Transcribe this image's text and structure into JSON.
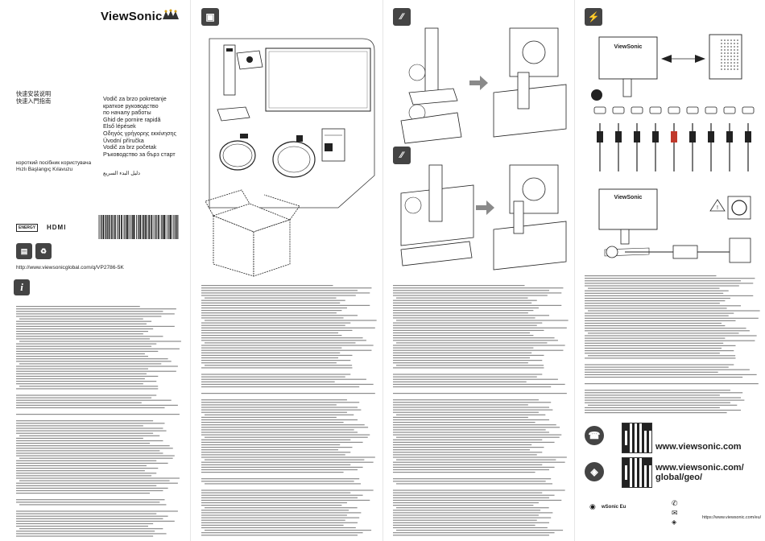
{
  "brand": "ViewSonic",
  "titles": {
    "cn_simplified": "快速安装说明",
    "cn_traditional": "快速入門指南",
    "list": [
      "Vodič za brzo pokretanje",
      "краткое руководство",
      "по началу работы",
      "Ghid de pornire rapidă",
      "Első lépések",
      "Οδηγός γρήγορης εκκίνησης",
      "",
      "Úvodní příručka",
      "Vodič za brz početak",
      "Ръководство за бърз старт"
    ],
    "left_list": [
      "короткий посібник користувача",
      "Hızlı Başlangıç Kılavuzu"
    ],
    "rtl": "دليل البدء السريع"
  },
  "logos": {
    "energy": "ENERGY",
    "hdmi": "HDMI"
  },
  "url": "http://www.viewsonicglobal.com/q/VP2786-5K",
  "info_icon": "i",
  "web": {
    "www1": "www.viewsonic.com",
    "www2_line1": "www.viewsonic.com/",
    "www2_line2": "global/geo/"
  },
  "footer": {
    "left": "wSonic Eu",
    "right": "https://www.viewsonic.com/eu/"
  },
  "monitor_label": "ViewSonic",
  "colors": {
    "ink": "#222222",
    "accent": "#444444",
    "arrow": "#8a8a8a",
    "cable_red": "#c0392b"
  },
  "icons": [
    "box-icon",
    "stand-icon",
    "wall-mount-icon",
    "power-icon",
    "info-icon",
    "support-icon",
    "globe-icon",
    "location-icon",
    "phone-icon",
    "mail-icon",
    "monitor-icon"
  ]
}
